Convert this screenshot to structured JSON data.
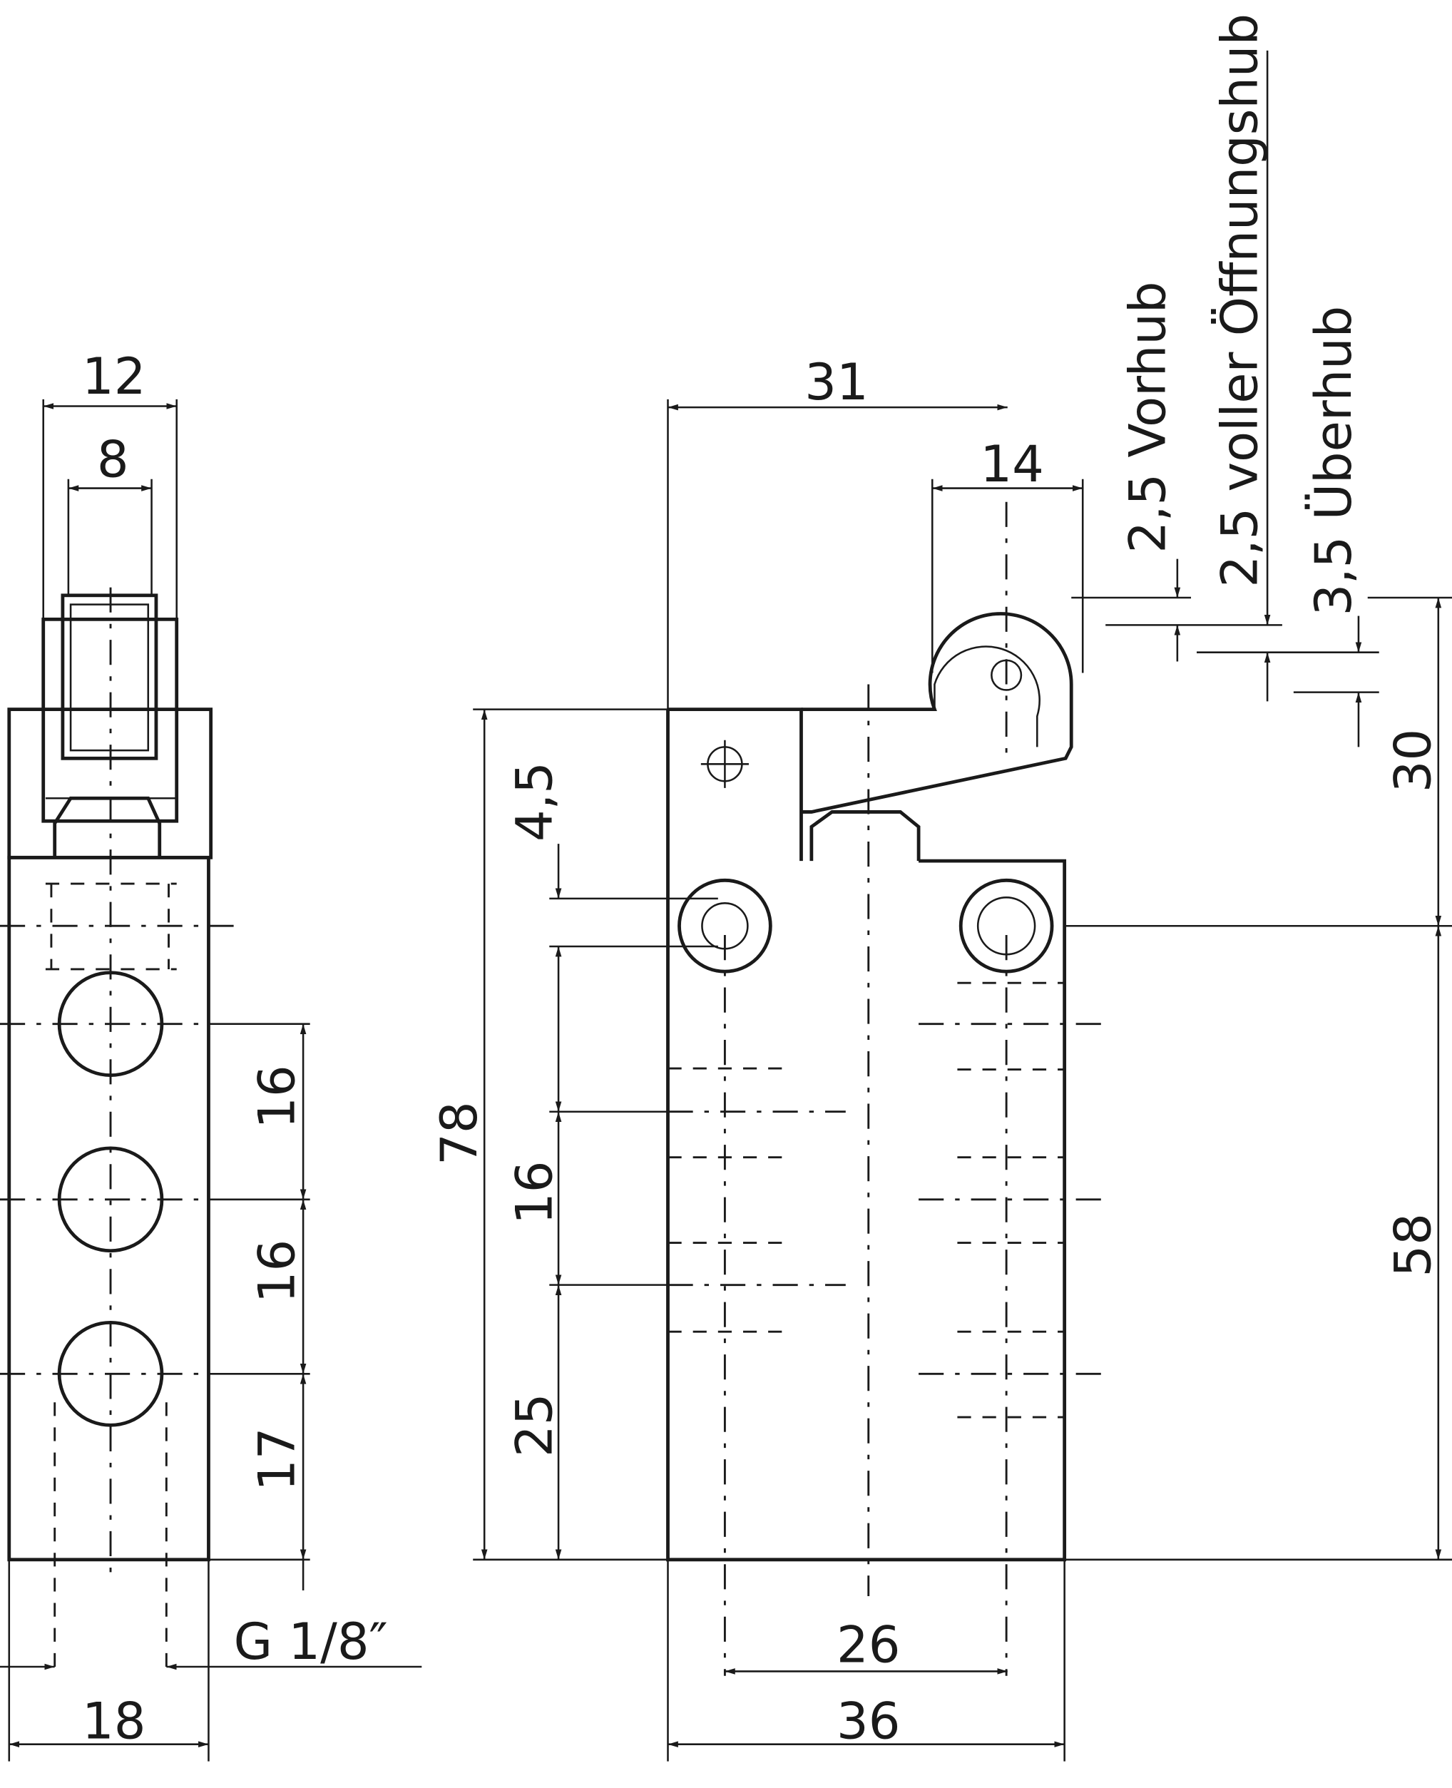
{
  "labels": {
    "side_width_12": "12",
    "roller_width_8": "8",
    "side_width_18": "18",
    "thread": "G 1/8″",
    "pitch_16a": "16",
    "pitch_16b": "16",
    "bottom_17": "17",
    "height_78": "78",
    "hole_4_5": "4,5",
    "pitch_16c": "16",
    "bottom_25": "25",
    "roller_pos_31": "31",
    "roller_dia_14": "14",
    "hole_span_26": "26",
    "width_36": "36",
    "height_58": "58",
    "roller_height_30": "30",
    "pre_travel": "2,5 Vorhub",
    "full_opening": "2,5 voller Öffnungshub",
    "over_travel": "3,5 Überhub"
  }
}
